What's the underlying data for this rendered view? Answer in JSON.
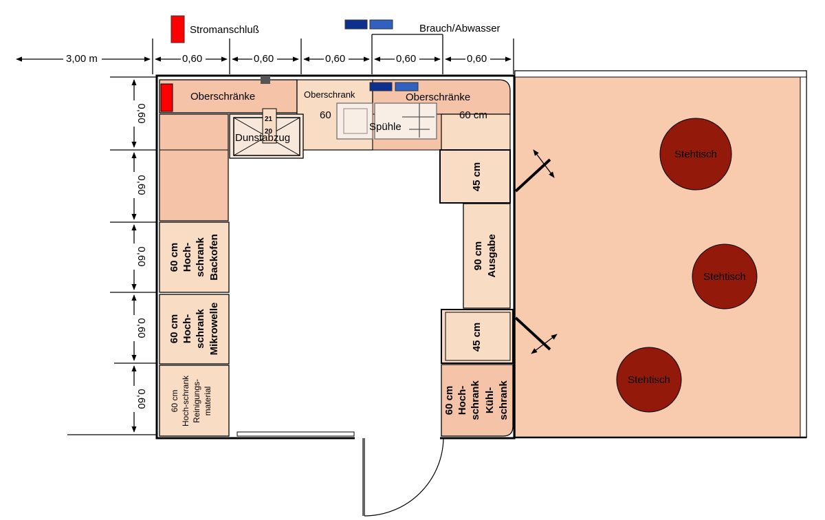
{
  "labels": {
    "power": "Stromanschluß",
    "water": "Brauch/Abwasser",
    "total_width": "3,00 m",
    "dims_top": [
      "0,60",
      "0,60",
      "0,60",
      "0,60",
      "0,60"
    ],
    "dims_left": [
      "0,60",
      "0,60",
      "0,60",
      "0,60",
      "0,60"
    ],
    "upper_left": "Oberschränke",
    "upper_mid": "Oberschrank",
    "upper_mid_60": "60",
    "upper_right": "Oberschränke",
    "upper_right_60": "60 cm",
    "hood": "Dunstabzug",
    "hood_num_top": "21",
    "hood_num_bottom": "20",
    "sink": "Spühle",
    "cab_45_top": "45 cm",
    "cab_45_bottom": "45 cm",
    "ausgabe_line1": "90 cm",
    "ausgabe_line2": "Ausgabe",
    "oven": [
      "60 cm",
      "Hoch-",
      "schrank",
      "Backofen"
    ],
    "microwave": [
      "60 cm",
      "Hoch-",
      "schrank",
      "Mikrowelle"
    ],
    "cleaning": [
      "60 cm",
      "Hoch-schrank",
      "Reinigungs-",
      "material"
    ],
    "fridge_a": [
      "60 cm",
      "Hoch-",
      "schrank"
    ],
    "fridge_b": [
      "Kühl-",
      "schrank"
    ],
    "tables": [
      "Stehtisch",
      "Stehtisch",
      "Stehtisch"
    ]
  },
  "colors": {
    "power": "#ff0000",
    "water_dark": "#0f2f8f",
    "water_light": "#3060c0",
    "cabinet": "#f8dcc4",
    "cabinet_dark": "#f5c4a8",
    "area": "#f8cbaf",
    "table": "#931a0a"
  }
}
